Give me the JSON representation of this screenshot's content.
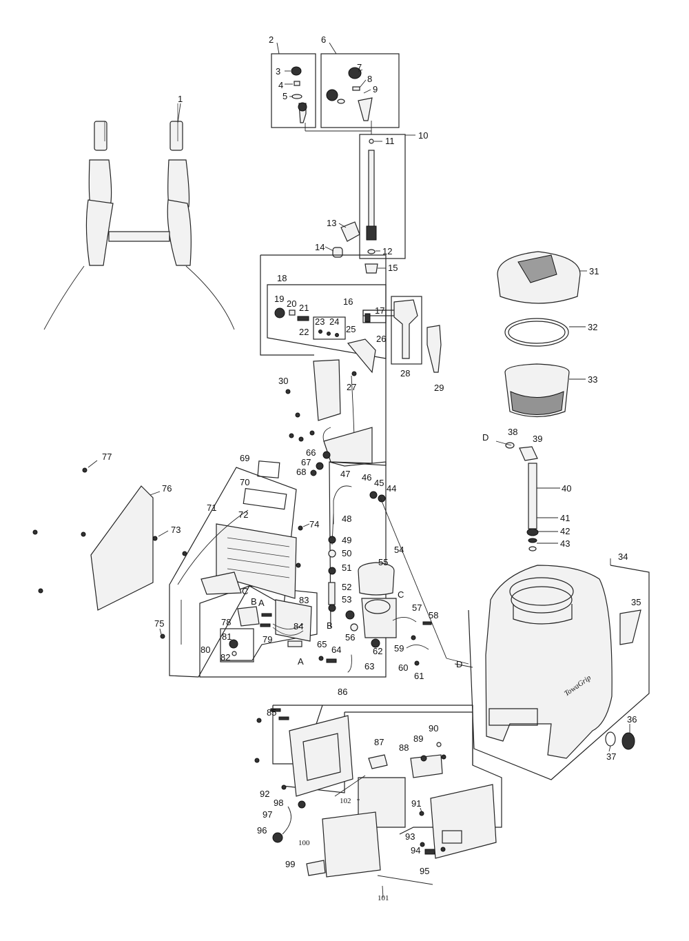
{
  "labels": {
    "n1": "1",
    "n2": "2",
    "n3": "3",
    "n4": "4",
    "n5": "5",
    "n6": "6",
    "n7": "7",
    "n8": "8",
    "n9": "9",
    "n10": "10",
    "n11": "11",
    "n12": "12",
    "n13": "13",
    "n14": "14",
    "n15": "15",
    "n16": "16",
    "n17": "17",
    "n18": "18",
    "n19": "19",
    "n20": "20",
    "n21": "21",
    "n22": "22",
    "n23": "23",
    "n24": "24",
    "n25": "25",
    "n26": "26",
    "n27": "27",
    "n28": "28",
    "n29": "29",
    "n30": "30",
    "n31": "31",
    "n32": "32",
    "n33": "33",
    "n34": "34",
    "n35": "35",
    "n36": "36",
    "n37": "37",
    "n38": "38",
    "n39": "39",
    "n40": "40",
    "n41": "41",
    "n42": "42",
    "n43": "43",
    "n44": "44",
    "n45": "45",
    "n46": "46",
    "n47": "47",
    "n48": "48",
    "n49": "49",
    "n50": "50",
    "n51": "51",
    "n52": "52",
    "n53": "53",
    "n54": "54",
    "n55": "55",
    "n56": "56",
    "n57": "57",
    "n58": "58",
    "n59": "59",
    "n60": "60",
    "n61": "61",
    "n62": "62",
    "n63": "63",
    "n64": "64",
    "n65": "65",
    "n66": "66",
    "n67": "67",
    "n68": "68",
    "n69": "69",
    "n70": "70",
    "n71": "71",
    "n72": "72",
    "n73": "73",
    "n74": "74",
    "n75": "75",
    "n76": "76",
    "n77": "77",
    "n78": "78",
    "n79": "79",
    "n80": "80",
    "n81": "81",
    "n82": "82",
    "n83": "83",
    "n84": "84",
    "n85": "85",
    "n86": "86",
    "n87": "87",
    "n88": "88",
    "n89": "89",
    "n90": "90",
    "n91": "91",
    "n92": "92",
    "n93": "93",
    "n94": "94",
    "n95": "95",
    "n96": "96",
    "n97": "97",
    "n98": "98",
    "n99": "99",
    "n100": "100",
    "n101": "101",
    "n102": "102",
    "refA1": "A",
    "refA2": "A",
    "refB1": "B",
    "refB2": "B",
    "refC1": "C",
    "refC2": "C",
    "refD1": "D",
    "refD2": "D"
  },
  "tank_brand": "TowaGrip"
}
